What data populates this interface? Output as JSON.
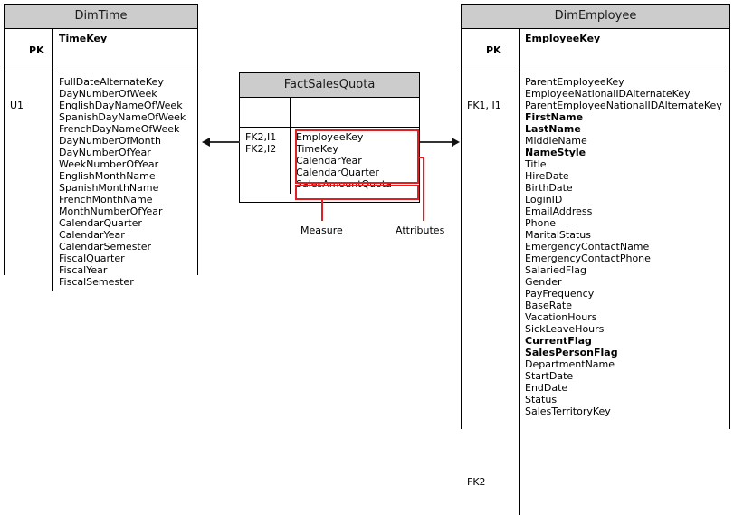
{
  "diagram": {
    "type": "entity-relationship-star-schema",
    "colors": {
      "header_fill": "#CCCCCC",
      "border": "#000000",
      "annotation_red": "#E02020",
      "connector": "#333333"
    }
  },
  "dim_time": {
    "title": "DimTime",
    "pk_label": "PK",
    "pk_field": "TimeKey",
    "key_column": "U1",
    "fields": [
      "FullDateAlternateKey",
      "DayNumberOfWeek",
      "EnglishDayNameOfWeek",
      "SpanishDayNameOfWeek",
      "FrenchDayNameOfWeek",
      "DayNumberOfMonth",
      "DayNumberOfYear",
      "WeekNumberOfYear",
      "EnglishMonthName",
      "SpanishMonthName",
      "FrenchMonthName",
      "MonthNumberOfYear",
      "CalendarQuarter",
      "CalendarYear",
      "CalendarSemester",
      "FiscalQuarter",
      "FiscalYear",
      "FiscalSemester"
    ]
  },
  "fact_sales_quota": {
    "title": "FactSalesQuota",
    "pk_label": "",
    "pk_field": "",
    "key_lines": [
      "FK2,I1",
      "FK2,I2"
    ],
    "attribute_fields": [
      "EmployeeKey",
      "TimeKey",
      "CalendarYear",
      "CalendarQuarter"
    ],
    "measure_fields": [
      "SalesAmountQuota"
    ]
  },
  "dim_employee": {
    "title": "DimEmployee",
    "pk_label": "PK",
    "pk_field": "EmployeeKey",
    "key_lines_top": [
      "FK1, I1"
    ],
    "key_line_bottom": "FK2",
    "fields": [
      {
        "name": "ParentEmployeeKey",
        "bold": false
      },
      {
        "name": "EmployeeNationalIDAlternateKey",
        "bold": false
      },
      {
        "name": "ParentEmployeeNationalIDAlternateKey",
        "bold": false
      },
      {
        "name": "FirstName",
        "bold": true
      },
      {
        "name": "LastName",
        "bold": true
      },
      {
        "name": "MiddleName",
        "bold": false
      },
      {
        "name": "NameStyle",
        "bold": true
      },
      {
        "name": "Title",
        "bold": false
      },
      {
        "name": "HireDate",
        "bold": false
      },
      {
        "name": "BirthDate",
        "bold": false
      },
      {
        "name": "LoginID",
        "bold": false
      },
      {
        "name": "EmailAddress",
        "bold": false
      },
      {
        "name": "Phone",
        "bold": false
      },
      {
        "name": "MaritalStatus",
        "bold": false
      },
      {
        "name": "EmergencyContactName",
        "bold": false
      },
      {
        "name": "EmergencyContactPhone",
        "bold": false
      },
      {
        "name": "SalariedFlag",
        "bold": false
      },
      {
        "name": "Gender",
        "bold": false
      },
      {
        "name": "PayFrequency",
        "bold": false
      },
      {
        "name": "BaseRate",
        "bold": false
      },
      {
        "name": "VacationHours",
        "bold": false
      },
      {
        "name": "SickLeaveHours",
        "bold": false
      },
      {
        "name": "CurrentFlag",
        "bold": true
      },
      {
        "name": "SalesPersonFlag",
        "bold": true
      },
      {
        "name": "DepartmentName",
        "bold": false
      },
      {
        "name": "StartDate",
        "bold": false
      },
      {
        "name": "EndDate",
        "bold": false
      },
      {
        "name": "Status",
        "bold": false
      },
      {
        "name": "SalesTerritoryKey",
        "bold": false
      }
    ]
  },
  "annotations": {
    "measure_label": "Measure",
    "attributes_label": "Attributes"
  }
}
